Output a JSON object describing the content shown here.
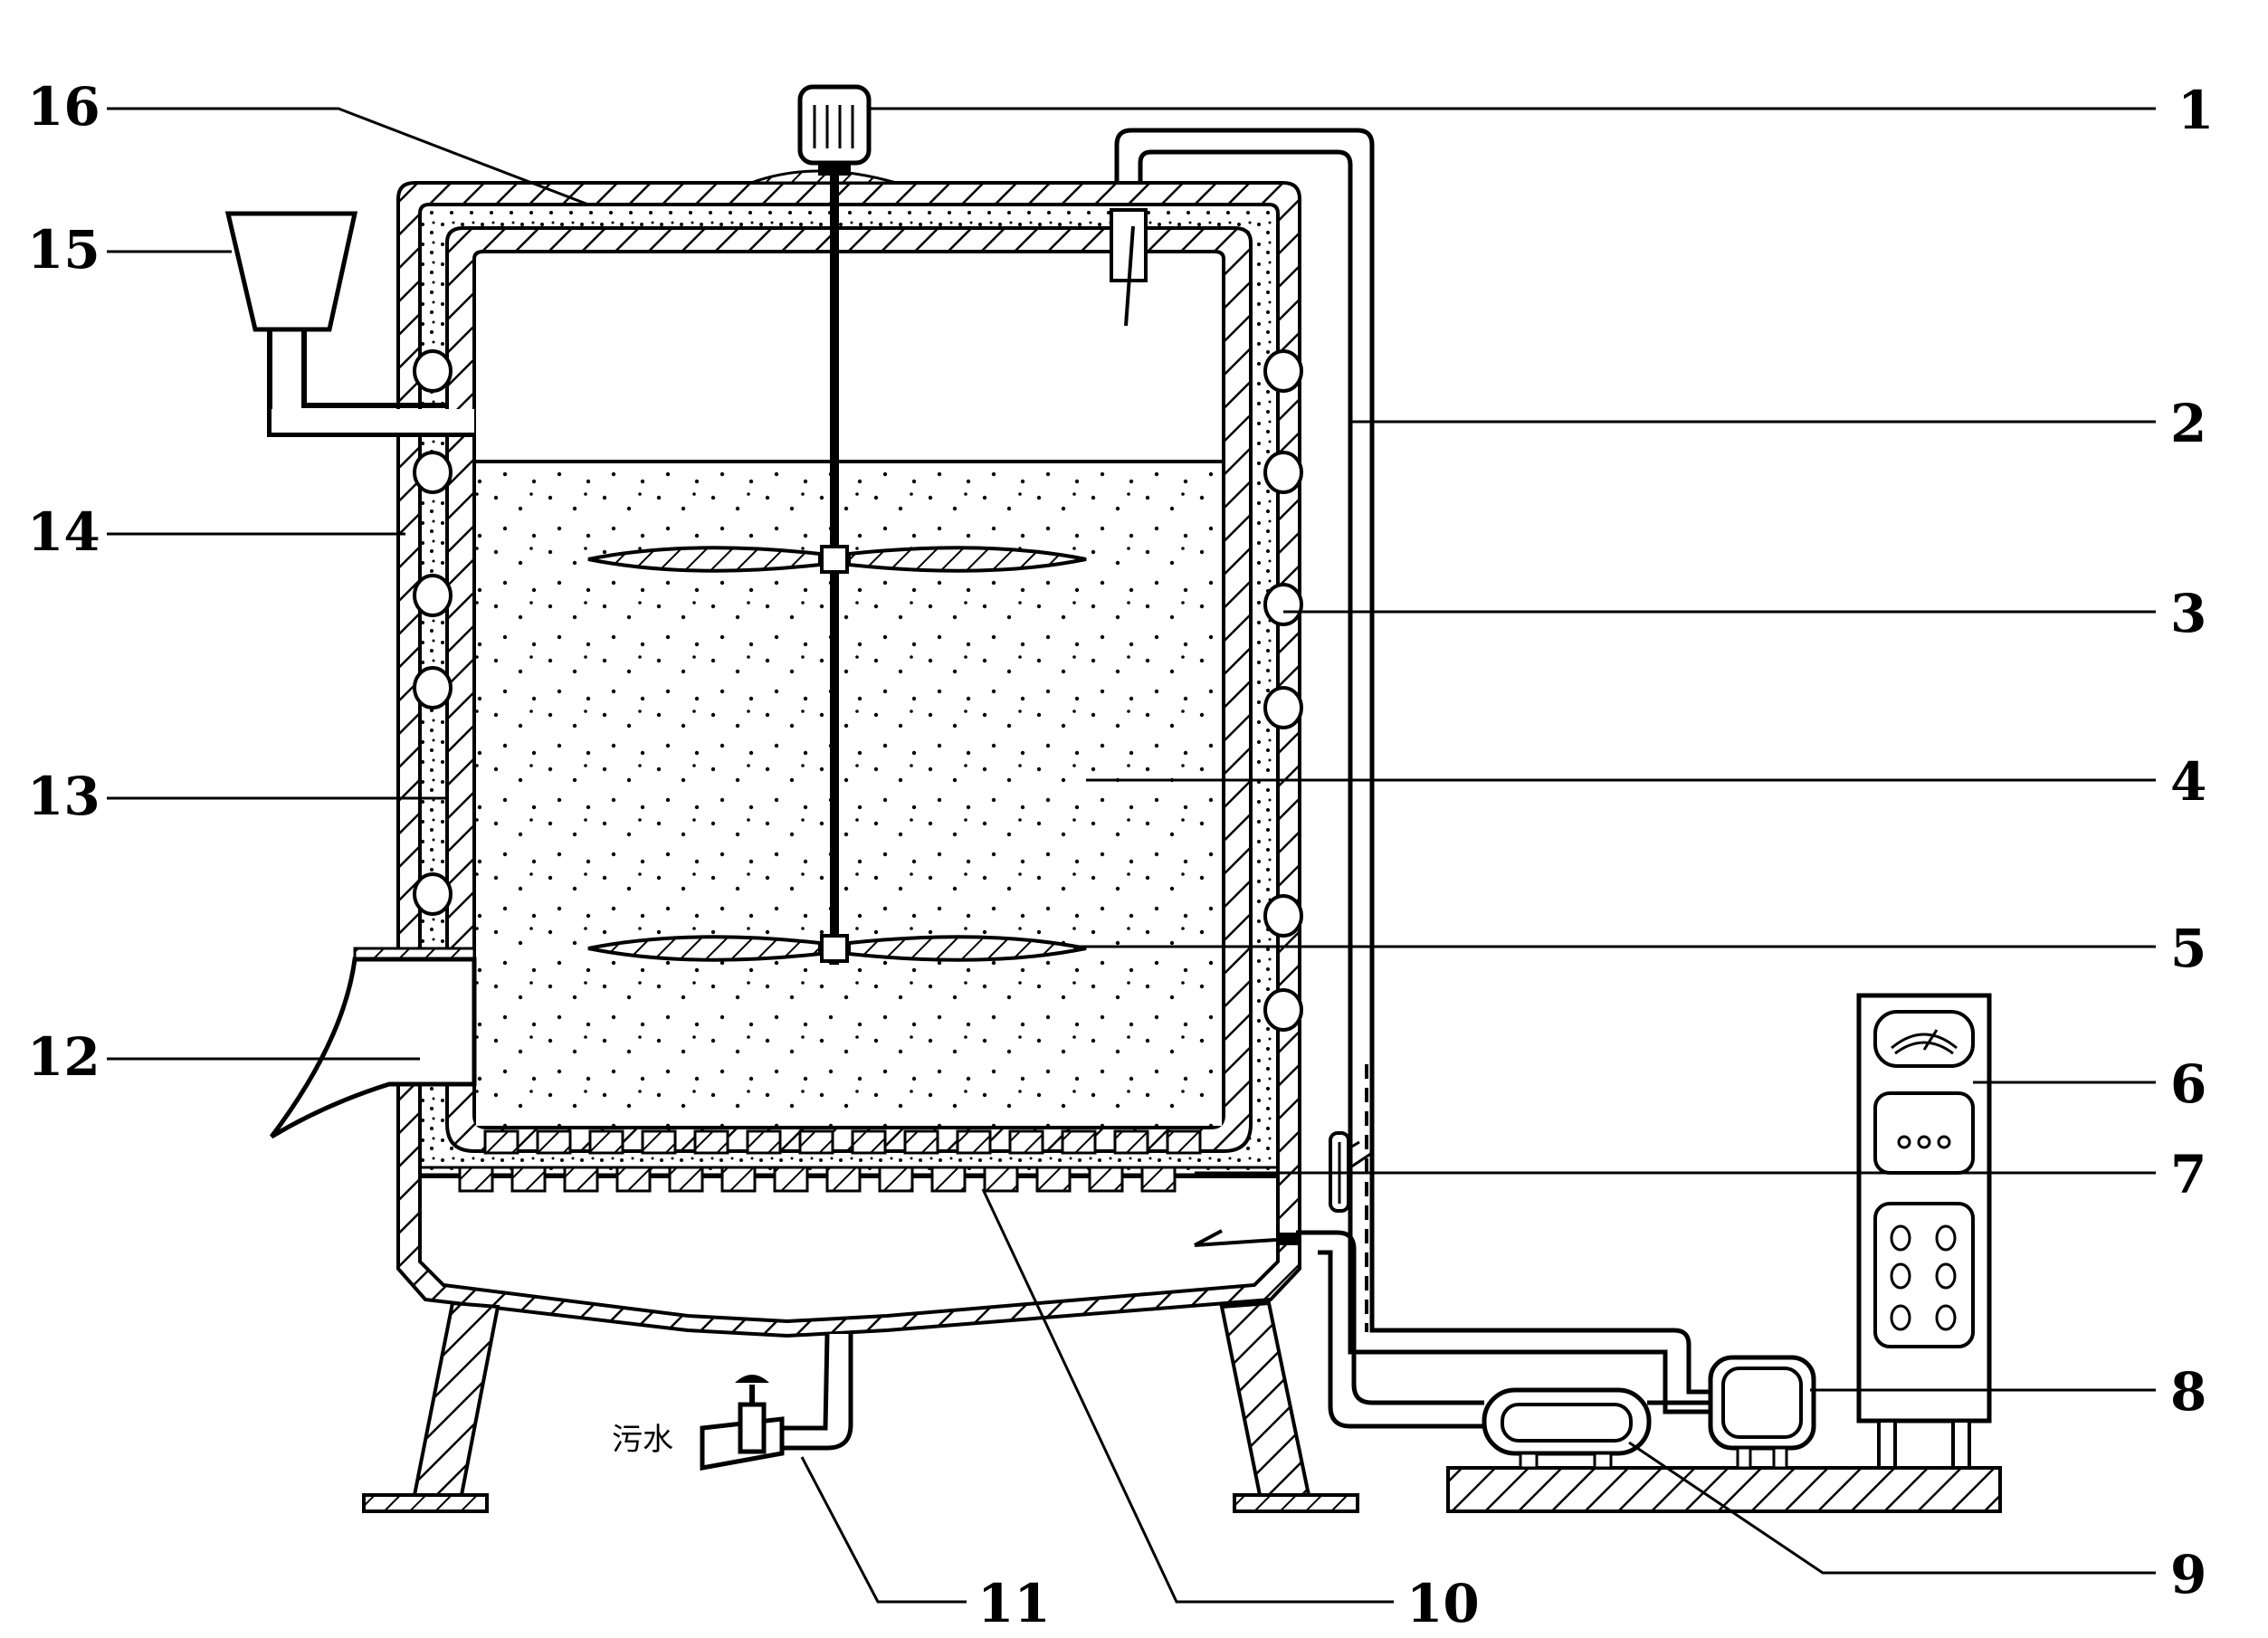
{
  "diagram": {
    "callouts": {
      "n1": "1",
      "n2": "2",
      "n3": "3",
      "n4": "4",
      "n5": "5",
      "n6": "6",
      "n7": "7",
      "n8": "8",
      "n9": "9",
      "n10": "10",
      "n11": "11",
      "n12": "12",
      "n13": "13",
      "n14": "14",
      "n15": "15",
      "n16": "16"
    },
    "drain_label": "污水"
  }
}
